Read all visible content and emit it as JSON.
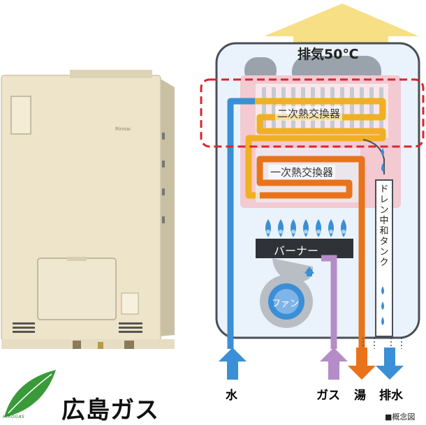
{
  "brand": {
    "name": "広島ガス",
    "logo_text": "HIROGAS",
    "leaf_color": "#3a9a3a"
  },
  "heater_photo": {
    "maker_mark": "Rinnai",
    "body_color": "#ede4c9"
  },
  "diagram": {
    "exhaust_label": "排気50℃",
    "secondary_exchanger_label": "二次熱交換器",
    "primary_exchanger_label": "一次熱交換器",
    "burner_label": "バーナー",
    "fan_label": "ファン",
    "drain_tank_label": "ドレン中和タンク",
    "colors": {
      "water": "#3a8fd6",
      "gas": "#b58cc8",
      "hot_water": "#e8731a",
      "secondary_pipe": "#f0b020",
      "exhaust_arrow": "#f7df86",
      "highlight_box": "#d9262e",
      "heat_zone": "#f3c9d2"
    }
  },
  "flow_labels": {
    "water": "水",
    "gas": "ガス",
    "hot_water": "湯",
    "drain": "排水"
  },
  "note": "■概念図"
}
